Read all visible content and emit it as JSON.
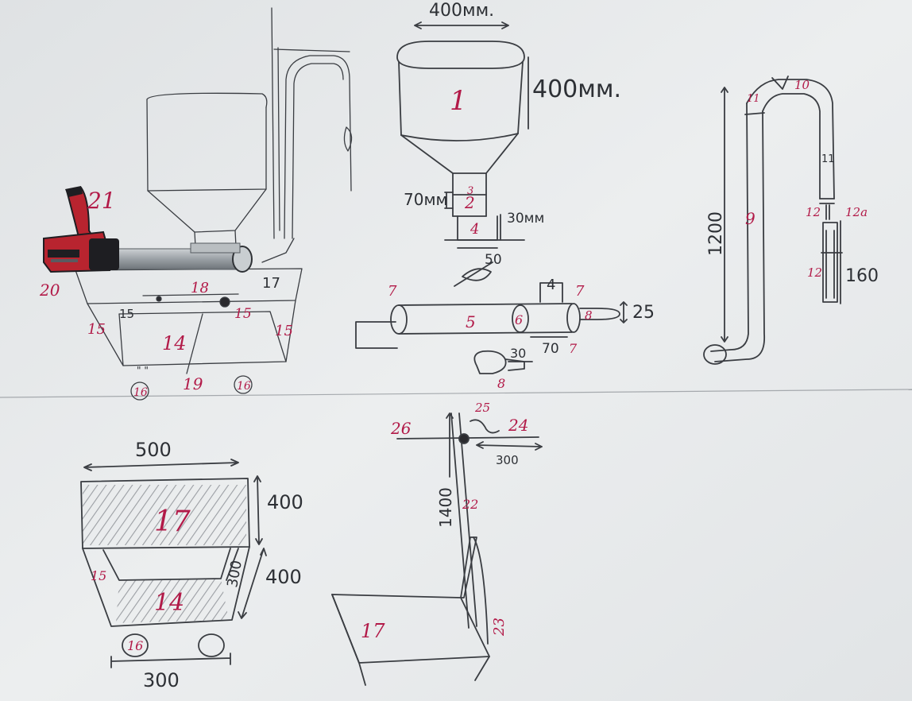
{
  "colors": {
    "paper": "#e4e6e8",
    "pencil": "#3a3d42",
    "marker_red": "#b21a48",
    "hatch": "#9b9ea3",
    "tool_red": "#b8242f",
    "tool_black": "#1e1e22",
    "steel": "#aab0b4"
  },
  "icons": [
    "electric-drill-icon"
  ],
  "parts": {
    "p1": "1",
    "p2": "2",
    "p3": "3",
    "p4": "4",
    "p4b": "4",
    "p5": "5",
    "p6": "6",
    "p7a": "7",
    "p7b": "7",
    "p7c": "7",
    "p8a": "8",
    "p8b": "8",
    "p9": "9",
    "p10": "10",
    "p11a": "11",
    "p11b": "11",
    "p12": "12",
    "p12a": "12a",
    "p12b": "12",
    "p14": "14",
    "p14b": "14",
    "p15a": "15",
    "p15b": "15",
    "p15c": "15",
    "p15d": "15",
    "p16a": "16",
    "p16b": "16",
    "p16c": "16",
    "p17a": "17",
    "p17b": "17",
    "p17c": "17",
    "p18": "18",
    "p19": "19",
    "p20": "20",
    "p21": "21",
    "p22": "22",
    "p23": "23",
    "p24": "24",
    "p25": "25",
    "p26": "26"
  },
  "dims": {
    "hopper_top_width": "400мм.",
    "hopper_height": "400мм.",
    "neck_70": "70мм",
    "neck_30": "30мм",
    "d50": "50",
    "d25": "25",
    "d30": "30",
    "d70": "70",
    "h1200": "1200",
    "h160": "160",
    "w500": "500",
    "h400a": "400",
    "h400b": "400",
    "d300a": "300",
    "w300": "300",
    "h1400": "1400",
    "w300b": "300",
    "ticks": "\" \""
  }
}
